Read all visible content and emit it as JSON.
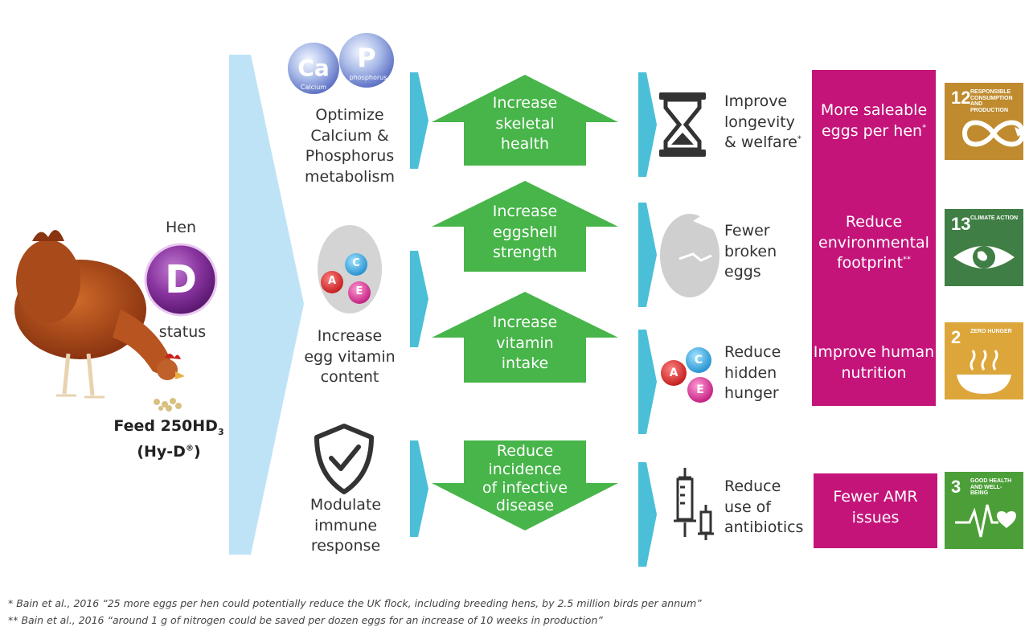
{
  "left": {
    "hen_label": "Hen",
    "d_letter": "D",
    "status_label": "status",
    "feed_label": "Feed 250HD",
    "feed_sub": "3",
    "feed_product": "(Hy-D",
    "feed_reg": "®",
    "feed_close": ")"
  },
  "mechanisms": {
    "cap": {
      "ca": "Ca",
      "calcium": "Calcium",
      "p": "P",
      "phosphorus": "phosphorus",
      "lines": [
        "Optimize",
        "Calcium &",
        "Phosphorus",
        "metabolism"
      ]
    },
    "vitamin": {
      "a": "A",
      "c": "C",
      "e": "E",
      "lines": [
        "Increase",
        "egg vitamin",
        "content"
      ]
    },
    "immune": {
      "lines": [
        "Modulate",
        "immune",
        "response"
      ]
    }
  },
  "arrows": [
    {
      "lines": [
        "Increase",
        "skeletal",
        "health"
      ]
    },
    {
      "lines": [
        "Increase",
        "eggshell",
        "strength"
      ]
    },
    {
      "lines": [
        "Increase",
        "vitamin",
        "intake"
      ]
    },
    {
      "lines": [
        "Reduce",
        "incidence",
        "of infective",
        "disease"
      ]
    }
  ],
  "outcomes": {
    "longevity": {
      "lines": [
        "Improve",
        "longevity",
        "& welfare"
      ],
      "mark": "*"
    },
    "broken": {
      "lines": [
        "Fewer",
        "broken",
        "eggs"
      ]
    },
    "hunger": {
      "a": "A",
      "c": "C",
      "e": "E",
      "lines": [
        "Reduce",
        "hidden",
        "hunger"
      ]
    },
    "antibiotics": {
      "lines": [
        "Reduce",
        "use of",
        "antibiotics"
      ]
    }
  },
  "benefits": {
    "saleable": {
      "lines": [
        "More saleable",
        "eggs per hen"
      ],
      "mark": "*"
    },
    "environment": {
      "lines": [
        "Reduce",
        "environmental",
        "footprint"
      ],
      "mark": "**"
    },
    "nutrition": {
      "lines": [
        "Improve human",
        "nutrition"
      ]
    },
    "amr": {
      "lines": [
        "Fewer AMR",
        "issues"
      ]
    }
  },
  "sdgs": [
    {
      "number": "12",
      "label": "RESPONSIBLE CONSUMPTION AND PRODUCTION",
      "color": "#bf8b2e",
      "icon": "infinity-icon"
    },
    {
      "number": "13",
      "label": "CLIMATE ACTION",
      "color": "#3f7e44",
      "icon": "eye-globe-icon"
    },
    {
      "number": "2",
      "label": "ZERO HUNGER",
      "color": "#dda63a",
      "icon": "bowl-icon"
    },
    {
      "number": "3",
      "label": "GOOD HEALTH AND WELL-BEING",
      "color": "#4c9f38",
      "icon": "heartbeat-icon"
    }
  ],
  "footnotes": [
    "* Bain et al., 2016 “25 more eggs per hen could potentially reduce the UK flock, including breeding hens, by 2.5 million birds per annum”",
    "** Bain et al., 2016 “around 1 g of nitrogen could be saved per dozen eggs for an increase of 10 weeks in production”"
  ],
  "colors": {
    "green_arrow": "#47b549",
    "cyan_chevron": "#4bbfd8",
    "light_blue": "#bfe3f6",
    "magenta": "#c4147a",
    "purple": "#7b2c8e"
  }
}
